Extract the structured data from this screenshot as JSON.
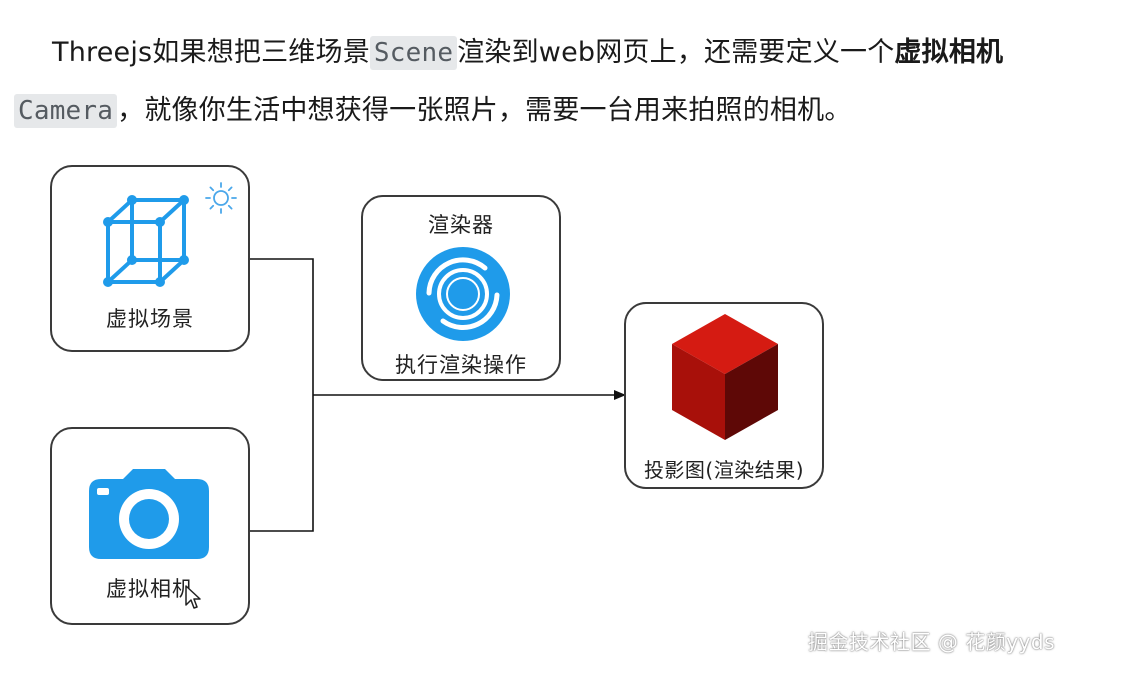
{
  "text": {
    "part1": "Threejs如果想把三维场景",
    "code1": "Scene",
    "part2": "渲染到web网页上，还需要定义一个",
    "bold": "虚拟相机",
    "code2": "Camera",
    "part3": "，就像你生活中想获得一张照片，需要一台用来拍照的相机。"
  },
  "diagram": {
    "scene_label": "虚拟场景",
    "camera_label": "虚拟相机",
    "renderer_title": "渲染器",
    "renderer_label": "执行渲染操作",
    "result_label": "投影图(渲染结果)"
  },
  "watermark": "掘金技术社区 @ 花颜yyds",
  "icons": {
    "scene": "wireframe-cube-icon",
    "light": "sun-light-icon",
    "camera": "camera-icon",
    "renderer": "renderer-swirl-icon",
    "result": "red-cube-icon",
    "cursor": "mouse-cursor-icon"
  },
  "colors": {
    "accent_blue": "#1f9bea",
    "cube_red": "#c8160d",
    "border": "#3a3a3a"
  }
}
